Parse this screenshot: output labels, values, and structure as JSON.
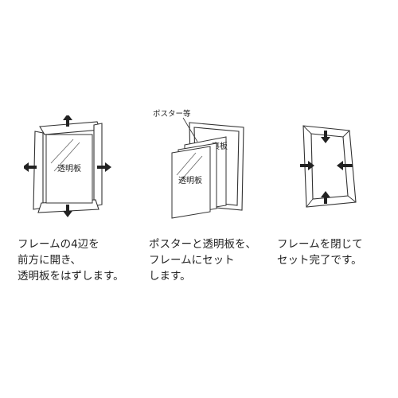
{
  "step1": {
    "frame_label": "透明板",
    "caption": [
      "フレームの4辺を",
      "前方に開き、",
      "透明板をはずします。"
    ]
  },
  "step2": {
    "poster_callout": "ポスター等",
    "back_label": "裏板",
    "front_label": "透明板",
    "caption": [
      "ポスターと透明板を、",
      "フレームにセット",
      "します。"
    ]
  },
  "step3": {
    "caption": [
      "フレームを閉じて",
      "セット完了です。"
    ]
  }
}
